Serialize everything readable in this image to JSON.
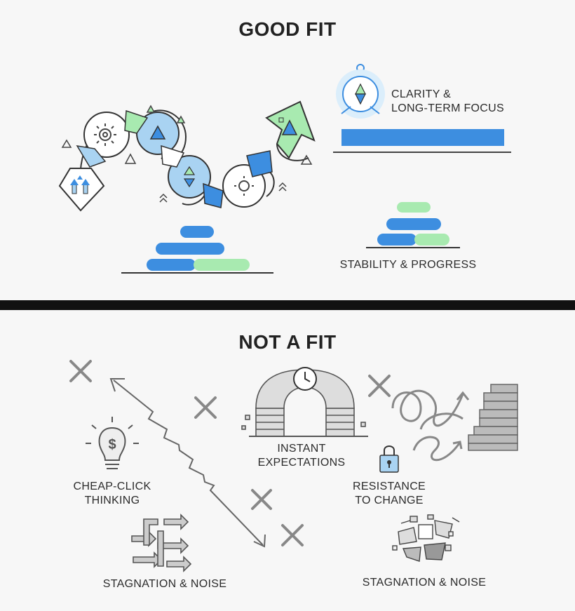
{
  "good_fit": {
    "title": "GOOD FIT",
    "clarity_label_line1": "CLARITY &",
    "clarity_label_line2": "LONG-TERM FOCUS",
    "stability_label": "STABILITY & PROGRESS"
  },
  "not_a_fit": {
    "title": "NOT A FIT",
    "instant_line1": "INSTANT",
    "instant_line2": "EXPECTATIONS",
    "cheap_line1": "CHEAP-CLICK",
    "cheap_line2": "THINKING",
    "resistance_line1": "RESISTANCE",
    "resistance_line2": "TO CHANGE",
    "stagnation_left": "STAGNATION & NOISE",
    "stagnation_right": "STAGNATION & NOISE"
  },
  "colors": {
    "blue": "#3d8ee0",
    "light_blue": "#a9d3f2",
    "green": "#a8eab0",
    "gray_line": "#555555",
    "gray_icon": "#7a7a7a",
    "divider": "#111111"
  }
}
